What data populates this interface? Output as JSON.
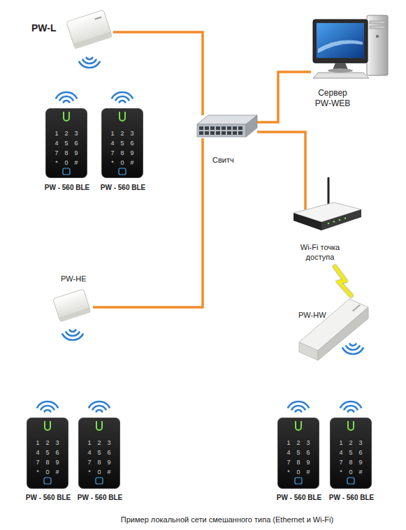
{
  "diagram": {
    "caption": "Пример локальной сети смешанного типа (Ethernet и Wi-Fi)",
    "nodes": [
      {
        "text": [
          "PW-L"
        ]
      },
      {
        "text": [
          "Сервер PW-WEB"
        ]
      },
      {
        "text": [
          "PW - 560 BLE"
        ]
      },
      {
        "text": [
          "PW - 560 BLE"
        ]
      },
      {
        "text": [
          "Свитч"
        ]
      },
      {
        "text": [
          "Wi-Fi точка доступа"
        ]
      },
      {
        "text": [
          "PW-HE"
        ]
      },
      {
        "text": [
          "PW-HW"
        ]
      },
      {
        "text": [
          "PW - 560 BLE"
        ]
      },
      {
        "text": [
          "PW - 560 BLE"
        ]
      },
      {
        "text": [
          "PW - 560 BLE"
        ]
      },
      {
        "text": [
          "PW - 560 BLE"
        ]
      }
    ],
    "edges": [
      {
        "from": 0,
        "to": 4,
        "arrow": "none"
      },
      {
        "from": 4,
        "to": 1,
        "arrow": "none"
      },
      {
        "from": 4,
        "to": 5,
        "arrow": "none"
      },
      {
        "from": 6,
        "to": 4,
        "arrow": "none"
      },
      {
        "from": 5,
        "to": 7,
        "arrow": "none"
      }
    ],
    "labels": [
      "1",
      "2",
      "3",
      "4",
      "5",
      "6",
      "7",
      "8",
      "9",
      "*",
      "0",
      "#",
      "1",
      "2",
      "3",
      "4",
      "5",
      "6",
      "7",
      "8",
      "9",
      "*",
      "0",
      "#",
      "1",
      "2",
      "3",
      "4",
      "5",
      "6",
      "7",
      "8",
      "9",
      "*",
      "0",
      "#",
      "1",
      "2",
      "3",
      "4",
      "5",
      "6",
      "7",
      "8",
      "9",
      "*",
      "0",
      "#",
      "1",
      "2",
      "3",
      "4",
      "5",
      "6",
      "7",
      "8",
      "9",
      "*",
      "0",
      "#",
      "1",
      "2",
      "3",
      "4",
      "5",
      "6",
      "7",
      "8",
      "9",
      "*",
      "0",
      "#"
    ]
  }
}
